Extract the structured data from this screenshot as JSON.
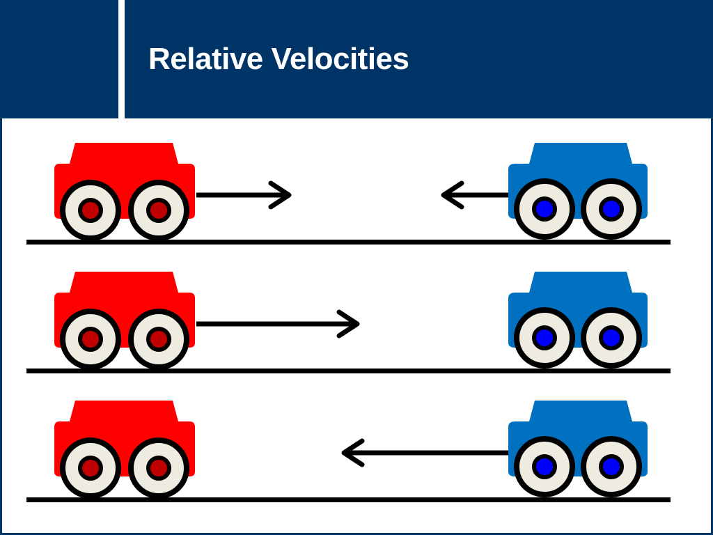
{
  "slide": {
    "title": "Relative Velocities"
  },
  "colors": {
    "header_bg": "#003366",
    "red_car_body": "#ff0000",
    "red_car_hub": "#c00000",
    "blue_car_body": "#0070c0",
    "blue_car_hub": "#0000ff",
    "tire": "#eeece1",
    "ink": "#000000"
  },
  "scenes": [
    {
      "name": "scene-1",
      "red_car": {
        "arrow": "right"
      },
      "blue_car": {
        "arrow": "left"
      }
    },
    {
      "name": "scene-2",
      "red_car": {
        "arrow": "right-long"
      },
      "blue_car": {
        "arrow": "none"
      }
    },
    {
      "name": "scene-3",
      "red_car": {
        "arrow": "none"
      },
      "blue_car": {
        "arrow": "left-long"
      }
    }
  ],
  "icons": {
    "red_car": "red-car-icon",
    "blue_car": "blue-car-icon",
    "arrow": "velocity-arrow-icon"
  }
}
